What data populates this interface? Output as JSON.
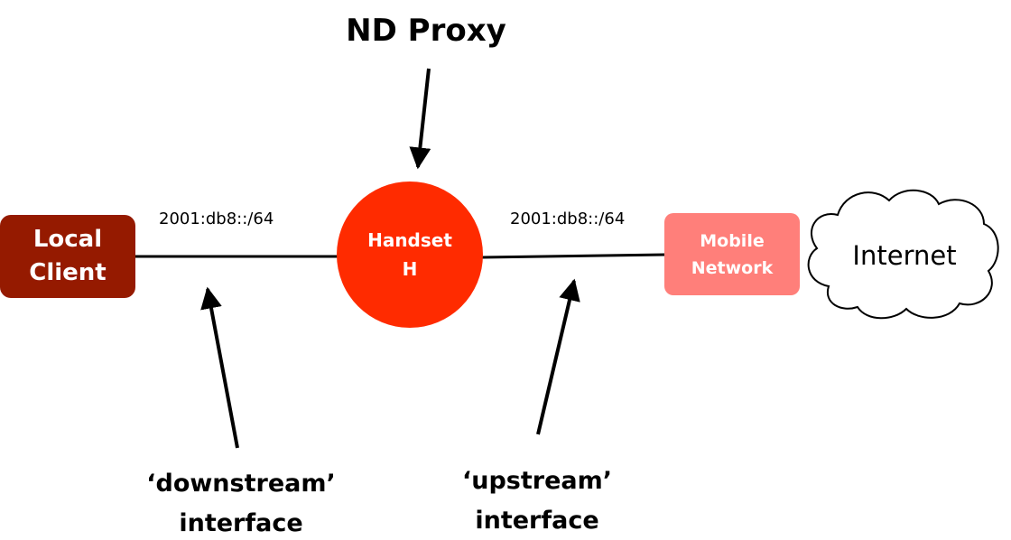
{
  "diagram": {
    "title": "ND Proxy",
    "nodes": {
      "local_client": {
        "line1": "Local",
        "line2": "Client"
      },
      "handset": {
        "line1": "Handset",
        "line2": "H"
      },
      "mobile_network": {
        "line1": "Mobile",
        "line2": "Network"
      },
      "internet": {
        "label": "Internet"
      }
    },
    "links": {
      "downstream_prefix": "2001:db8::/64",
      "upstream_prefix": "2001:db8::/64"
    },
    "annotations": {
      "downstream": {
        "line1": "‘downstream’",
        "line2": "interface"
      },
      "upstream": {
        "line1": "‘upstream’",
        "line2": "interface"
      }
    }
  },
  "colors": {
    "local_client": "#951a00",
    "handset": "#ff2b00",
    "mobile_network": "#ff7f7a",
    "text_on_node": "#ffffff",
    "line": "#000000",
    "background": "#ffffff"
  }
}
